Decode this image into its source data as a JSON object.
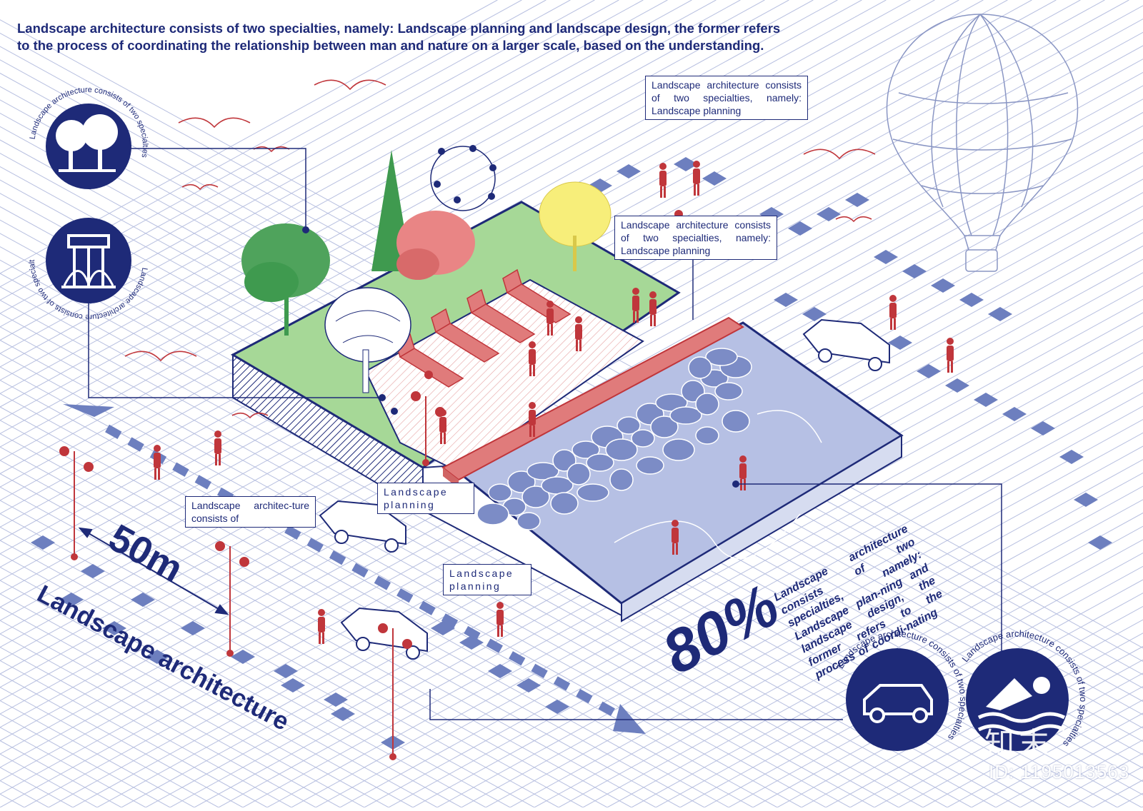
{
  "intro_text": "Landscape architecture consists of two specialties, namely: Landscape planning and landscape design, the former refers to the process of coordinating the relationship between man and nature on a larger scale, based on the understanding.",
  "callouts": {
    "top_right": "Landscape architecture consists of two specialties, namely: Landscape planning",
    "middle_right": "Landscape architecture consists of two specialties, namely: Landscape planning",
    "left": "Landscape architec-ture consists of",
    "center": "Landscape planning",
    "lower_center": "Landscape planning"
  },
  "badges": {
    "trees_ring": "Landscape architecture consists of two specialties",
    "fence_ring": "Landscape architecture consists of two specialties",
    "car_ring": "Landscape architecture consists of two specialties",
    "swim_ring": "Landscape architecture consists of two specialties"
  },
  "distance_label": "50m",
  "axis_title": "Landscape architecture",
  "percentage": "80%",
  "percentage_text": "Landscape architecture consists of two specialties, namely: Landscape plan-ning and landscape design, the former refers to the process of coordi-nating",
  "watermark": {
    "logo": "知末",
    "id": "ID: 1195013563"
  },
  "colors": {
    "navy": "#1e2a78",
    "tile_blue": "#6d7fbf",
    "water": "#a9b5de",
    "pebble": "#7c8cc6",
    "grass": "#9ed48f",
    "tree_green": "#3f9a4f",
    "coral": "#e07b7b",
    "red_accent": "#c0363b",
    "yellow_tree": "#f7ee7a",
    "balloon_line": "#8a96c4"
  },
  "icons": [
    "trees-icon",
    "fence-plants-icon",
    "car-icon",
    "swimmer-icon",
    "hot-air-balloon-icon",
    "seagull-icon"
  ]
}
